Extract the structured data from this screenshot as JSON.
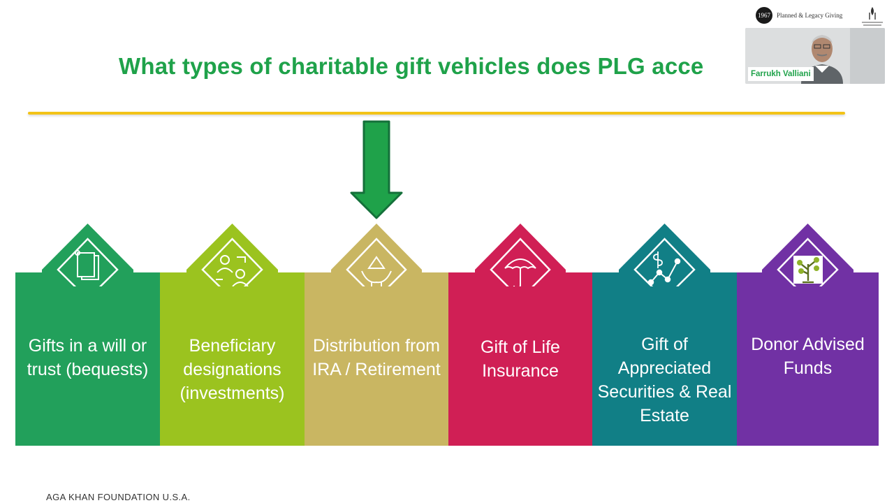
{
  "slide": {
    "title": "What types of charitable gift vehicles does PLG acce"
  },
  "header": {
    "badge": "1967",
    "program": "Planned & Legacy Giving"
  },
  "video": {
    "presenter_name": "Farrukh Valliani"
  },
  "vehicles": [
    {
      "label": "Gifts in a will or trust (bequests)",
      "icon": "scroll-document-icon",
      "color": "#22a05b"
    },
    {
      "label": "Beneficiary designations (investments)",
      "icon": "people-exchange-icon",
      "color": "#9bc31f"
    },
    {
      "label": "Distribution from IRA / Retirement",
      "icon": "hands-money-icon",
      "color": "#c9b662"
    },
    {
      "label": "Gift of Life Insurance",
      "icon": "umbrella-icon",
      "color": "#d01f55"
    },
    {
      "label": "Gift of Appreciated Securities & Real Estate",
      "icon": "stock-chart-icon",
      "color": "#117f86"
    },
    {
      "label": "Donor Advised Funds",
      "icon": "money-tree-icon",
      "color": "#7131a4"
    }
  ],
  "highlight_index": 2,
  "footer": {
    "organization": "AGA KHAN FOUNDATION U.S.A."
  }
}
